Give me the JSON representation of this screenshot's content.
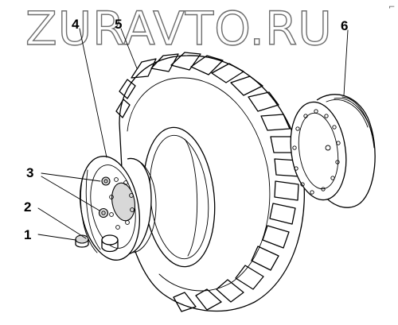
{
  "watermark": "ZURAVTO.RU",
  "corner_mark": "⌐",
  "callouts": [
    {
      "id": "1",
      "text": "1"
    },
    {
      "id": "2",
      "text": "2"
    },
    {
      "id": "3",
      "text": "3"
    },
    {
      "id": "4",
      "text": "4"
    },
    {
      "id": "5",
      "text": "5"
    },
    {
      "id": "6",
      "text": "6"
    }
  ]
}
